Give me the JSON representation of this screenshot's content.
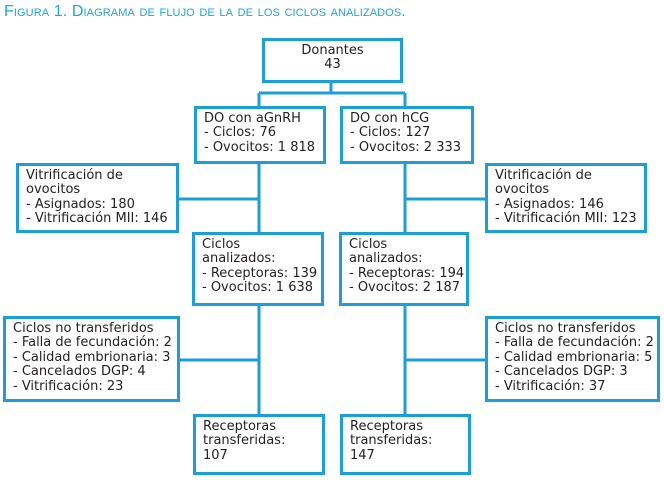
{
  "title": "Figura 1. Diagrama de flujo de la de los ciclos analizados.",
  "colors": {
    "title": "#1da6d9",
    "border": "#1c9ed7",
    "text": "#231f20"
  },
  "nodes": {
    "donantes": {
      "lines": [
        "Donantes",
        "43"
      ]
    },
    "do_agnrh": {
      "lines": [
        "DO con aGnRH",
        "- Ciclos: 76",
        "- Ovocitos: 1 818"
      ]
    },
    "do_hcg": {
      "lines": [
        "DO con hCG",
        "- Ciclos: 127",
        "- Ovocitos: 2 333"
      ]
    },
    "vitri_left": {
      "lines": [
        "Vitrificación de",
        "ovocitos",
        "- Asignados: 180",
        "- Vitrificación MII: 146"
      ]
    },
    "vitri_right": {
      "lines": [
        "Vitrificación de",
        "ovocitos",
        "- Asignados: 146",
        "- Vitrificación MII: 123"
      ]
    },
    "ciclos_left": {
      "lines": [
        "Ciclos",
        "analizados:",
        "- Receptoras: 139",
        "- Ovocitos: 1 638"
      ]
    },
    "ciclos_right": {
      "lines": [
        "Ciclos",
        "analizados:",
        "- Receptoras: 194",
        "- Ovocitos: 2 187"
      ]
    },
    "no_trans_left": {
      "lines": [
        "Ciclos no transferidos",
        "- Falla de fecundación: 2",
        "- Calidad embrionaria: 3",
        "- Cancelados DGP: 4",
        "- Vitrificación: 23"
      ]
    },
    "no_trans_right": {
      "lines": [
        "Ciclos no transferidos",
        "- Falla de fecundación: 2",
        "- Calidad embrionaria: 5",
        "- Cancelados DGP: 3",
        "- Vitrificación: 37"
      ]
    },
    "recept_left": {
      "lines": [
        "Receptoras",
        "transferidas:",
        "107"
      ]
    },
    "recept_right": {
      "lines": [
        "Receptoras",
        "transferidas:",
        "147"
      ]
    }
  }
}
